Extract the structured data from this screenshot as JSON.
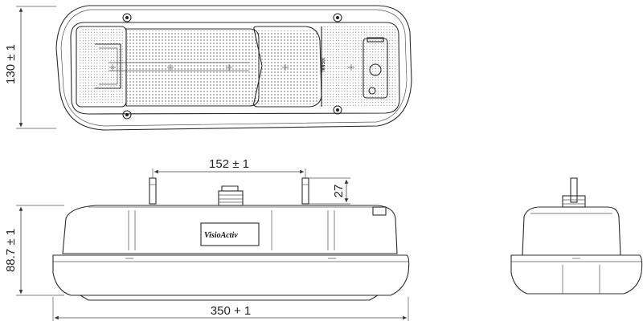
{
  "dimensions": {
    "height_top": "130 ± 1",
    "bolt_spacing": "152 ± 1",
    "bolt_height": "27",
    "height_side": "88.7 ± 1",
    "length": "350 + 1"
  },
  "labels": {
    "brand_mark": "VIGNAL",
    "logo_text": "VisioActiv"
  },
  "colors": {
    "line": "#2b2b2b",
    "background": "#ffffff"
  }
}
